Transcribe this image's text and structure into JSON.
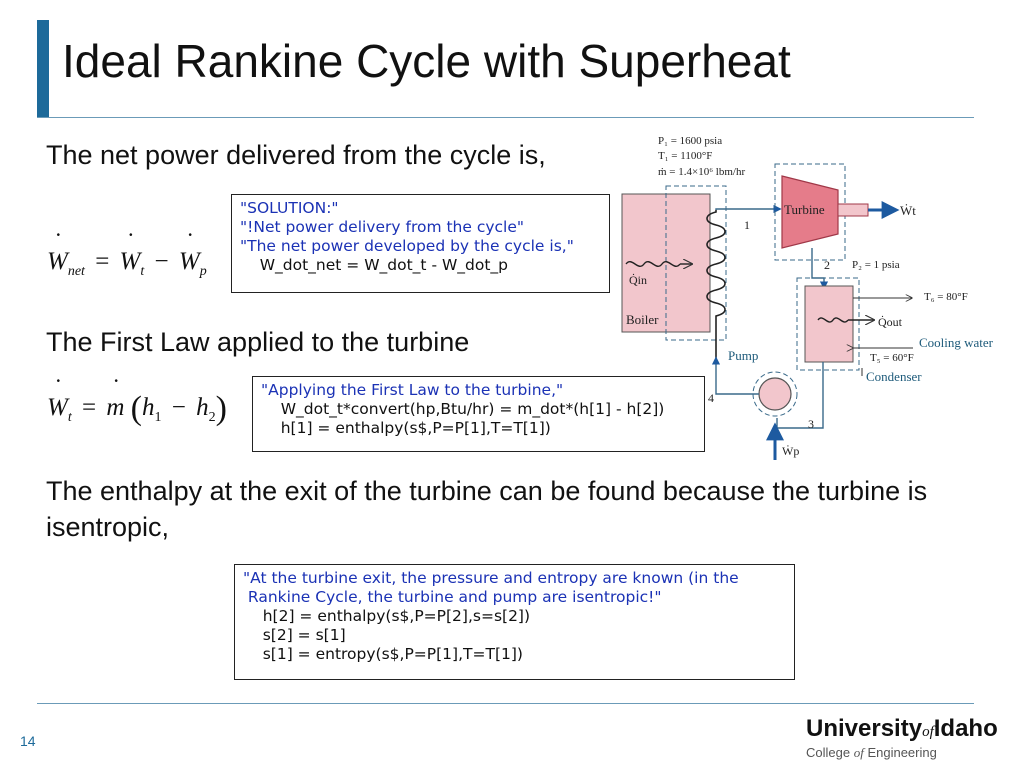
{
  "slide": {
    "title": "Ideal Rankine Cycle with Superheat",
    "page_number": "14",
    "accent_color": "#1d6a9a"
  },
  "paragraphs": {
    "net_power": "The net power delivered from the cycle is,",
    "first_law": "The First Law applied to the turbine",
    "enthalpy_exit": "The enthalpy at the exit of the turbine can be found because the turbine is isentropic,"
  },
  "equations": {
    "net": {
      "lhs": "W",
      "lhs_sub": "net",
      "eq": "=",
      "t1": "W",
      "t1_sub": "t",
      "minus": "−",
      "t2": "W",
      "t2_sub": "p"
    },
    "turbine": {
      "lhs": "W",
      "lhs_sub": "t",
      "eq": "=",
      "mdot": "m",
      "open": "(",
      "h1": "h",
      "h1_sub": "1",
      "minus": "−",
      "h2": "h",
      "h2_sub": "2",
      "close": ")"
    }
  },
  "code_boxes": {
    "solution": {
      "line1": "\"SOLUTION:\"",
      "line2": "\"!Net power delivery from the cycle\"",
      "line3": "\"The net power developed by the cycle is,\"",
      "line4": "    W_dot_net = W_dot_t - W_dot_p"
    },
    "first_law": {
      "line1": "\"Applying the First Law to the turbine,\"",
      "line2": "    W_dot_t*convert(hp,Btu/hr) = m_dot*(h[1] - h[2])",
      "line3": "    h[1] = enthalpy(s$,P=P[1],T=T[1])"
    },
    "turbine_exit": {
      "line1": "\"At the turbine exit, the pressure and entropy are known (in the",
      "line2": " Rankine Cycle, the turbine and pump are isentropic!\"",
      "line3": "    h[2] = enthalpy(s$,P=P[2],s=s[2])",
      "line4": "    s[2] = s[1]",
      "line5": "    s[1] = entropy(s$,P=P[1],T=T[1])"
    },
    "blue_color": "#1b32b5"
  },
  "diagram": {
    "p1": "P₁ = 1600 psia",
    "t1": "T₁ = 1100°F",
    "mdot": "ṁ = 1.4×10⁶  lbm/hr",
    "turbine": "Turbine",
    "wt": "Ẇt",
    "state1": "1",
    "state2": "2",
    "state3": "3",
    "state4": "4",
    "p2": "P₂ = 1 psia",
    "t6": "T₆ = 80°F",
    "qout": "Q̇out",
    "cooling_water": "Cooling water",
    "t5": "T₅ = 60°F",
    "condenser": "Condenser",
    "qin": "Q̇in",
    "boiler": "Boiler",
    "pump": "Pump",
    "wp": "Ẇp",
    "pink_fill": "#f2c6cc",
    "arrow_color": "#1d5aa0"
  },
  "logo": {
    "main_a": "University",
    "main_of": "of",
    "main_b": "Idaho",
    "sub_a": "College ",
    "sub_of": "of",
    "sub_b": " Engineering"
  }
}
